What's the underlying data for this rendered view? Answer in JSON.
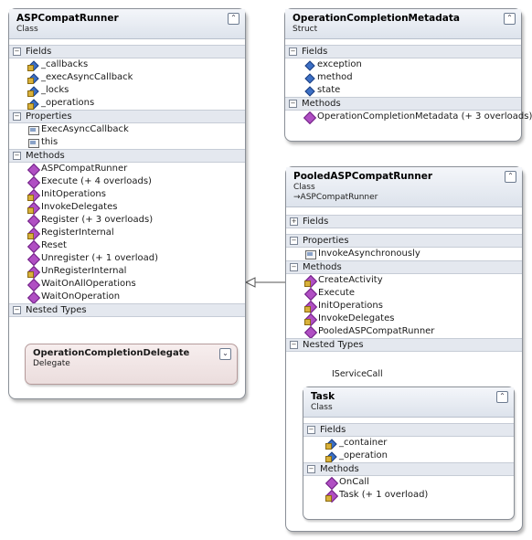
{
  "diagram": {
    "asp_compat_runner": {
      "name": "ASPCompatRunner",
      "kind": "Class",
      "fields_title": "Fields",
      "fields": [
        "_callbacks",
        "_execAsyncCallback",
        "_locks",
        "_operations"
      ],
      "properties_title": "Properties",
      "properties": [
        "ExecAsyncCallback",
        "this"
      ],
      "methods_title": "Methods",
      "methods": [
        "ASPCompatRunner",
        "Execute (+ 4 overloads)",
        "InitOperations",
        "InvokeDelegates",
        "Register (+ 3 overloads)",
        "RegisterInternal",
        "Reset",
        "Unregister (+ 1 overload)",
        "UnRegisterInternal",
        "WaitOnAllOperations",
        "WaitOnOperation"
      ],
      "nested_title": "Nested Types",
      "nested": {
        "name": "OperationCompletionDelegate",
        "kind": "Delegate"
      }
    },
    "operation_completion_metadata": {
      "name": "OperationCompletionMetadata",
      "kind": "Struct",
      "fields_title": "Fields",
      "fields": [
        "exception",
        "method",
        "state"
      ],
      "methods_title": "Methods",
      "methods": [
        "OperationCompletionMetadata (+ 3 overloads)"
      ]
    },
    "pooled_asp_compat_runner": {
      "name": "PooledASPCompatRunner",
      "kind": "Class",
      "base": "→ASPCompatRunner",
      "fields_title": "Fields",
      "properties_title": "Properties",
      "properties": [
        "InvokeAsynchronously"
      ],
      "methods_title": "Methods",
      "methods": [
        "CreateActivity",
        "Execute",
        "InitOperations",
        "InvokeDelegates",
        "PooledASPCompatRunner"
      ],
      "nested_title": "Nested Types",
      "interface": "IServiceCall",
      "task": {
        "name": "Task",
        "kind": "Class",
        "fields_title": "Fields",
        "fields": [
          "_container",
          "_operation"
        ],
        "methods_title": "Methods",
        "methods": [
          "OnCall",
          "Task (+ 1 overload)"
        ]
      }
    },
    "colors": {
      "field_icon": "#3c6fc4",
      "method_icon": "#b04fc3",
      "compartment_bg": "#e4e8ef"
    }
  }
}
